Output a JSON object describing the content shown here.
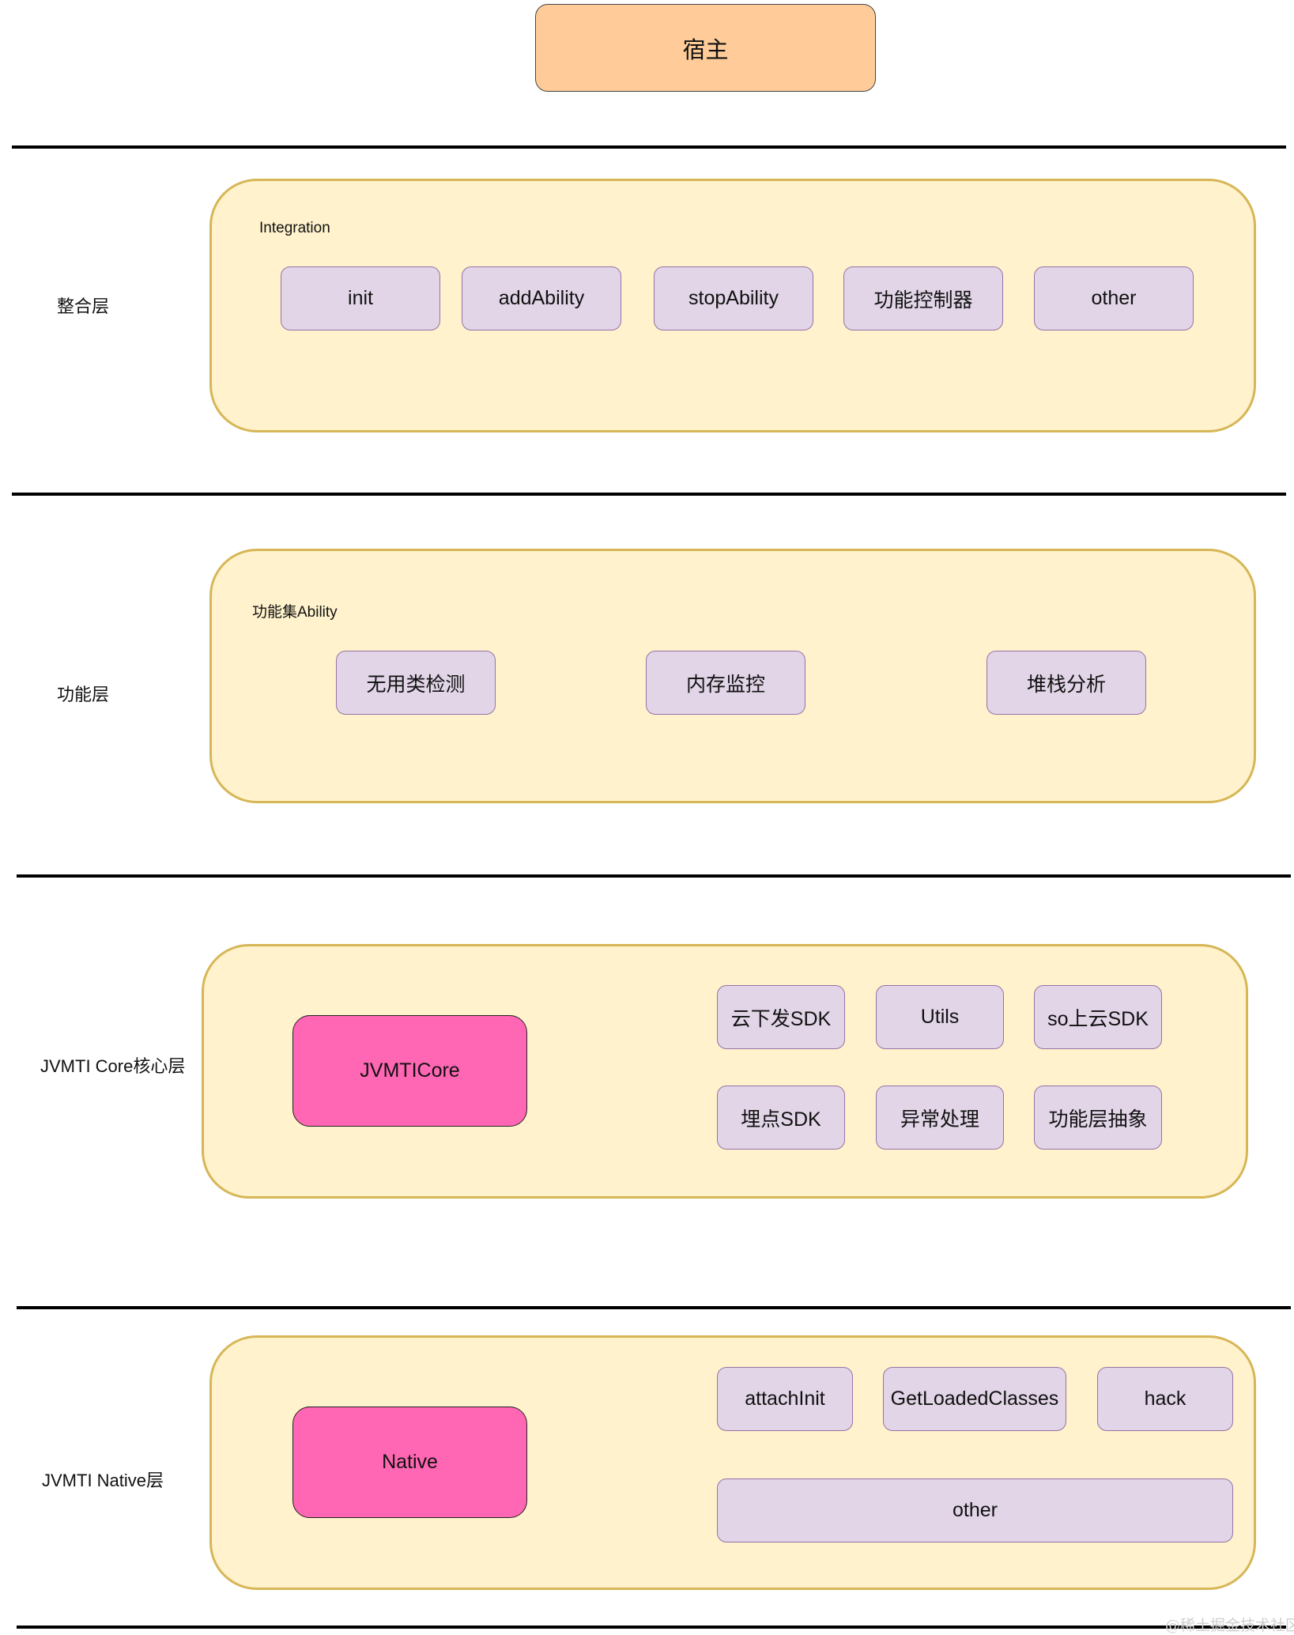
{
  "host": {
    "label": "宿主"
  },
  "integration_layer": {
    "label": "整合层",
    "group_label": "Integration",
    "items": [
      "init",
      "addAbility",
      "stopAbility",
      "功能控制器",
      "other"
    ]
  },
  "function_layer": {
    "label": "功能层",
    "group_label": "功能集Ability",
    "items": [
      "无用类检测",
      "内存监控",
      "堆栈分析"
    ]
  },
  "core_layer": {
    "label": "JVMTI Core核心层",
    "main": "JVMTICore",
    "items": [
      "云下发SDK",
      "Utils",
      "so上云SDK",
      "埋点SDK",
      "异常处理",
      "功能层抽象"
    ]
  },
  "native_layer": {
    "label": "JVMTI Native层",
    "main": "Native",
    "items": [
      "attachInit",
      "GetLoadedClasses",
      "hack",
      "other"
    ]
  },
  "watermark": "@稀土掘金技术社区",
  "colors": {
    "host_fill": "#ffcc99",
    "panel_fill": "#fff2cc",
    "panel_border": "#d6b656",
    "item_fill": "#e1d5e7",
    "item_border": "#9673a6",
    "core_fill": "#ff66b3"
  }
}
